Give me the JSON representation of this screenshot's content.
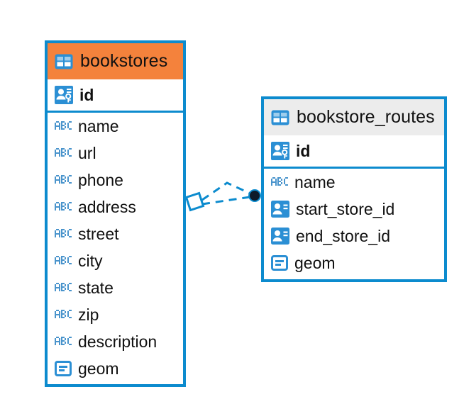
{
  "diagram": {
    "type": "entity-relationship-diagram",
    "background": "#ffffff",
    "accent_color": "#0c8bce",
    "selected_header_color": "#f4823c",
    "unselected_header_color": "#ececec"
  },
  "tables": [
    {
      "name": "bookstores",
      "selected": true,
      "table_icon": "table-grid-icon",
      "primary_key": {
        "label": "id",
        "icon": "primary-key-icon"
      },
      "fields": [
        {
          "label": "name",
          "icon": "text-type-icon"
        },
        {
          "label": "url",
          "icon": "text-type-icon"
        },
        {
          "label": "phone",
          "icon": "text-type-icon"
        },
        {
          "label": "address",
          "icon": "text-type-icon"
        },
        {
          "label": "street",
          "icon": "text-type-icon"
        },
        {
          "label": "city",
          "icon": "text-type-icon"
        },
        {
          "label": "state",
          "icon": "text-type-icon"
        },
        {
          "label": "zip",
          "icon": "text-type-icon"
        },
        {
          "label": "description",
          "icon": "text-type-icon"
        },
        {
          "label": "geom",
          "icon": "geometry-type-icon"
        }
      ]
    },
    {
      "name": "bookstore_routes",
      "selected": false,
      "table_icon": "table-grid-icon",
      "primary_key": {
        "label": "id",
        "icon": "primary-key-icon"
      },
      "fields": [
        {
          "label": "name",
          "icon": "text-type-icon"
        },
        {
          "label": "start_store_id",
          "icon": "foreign-key-icon"
        },
        {
          "label": "end_store_id",
          "icon": "foreign-key-icon"
        },
        {
          "label": "geom",
          "icon": "geometry-type-icon"
        }
      ]
    }
  ],
  "relationship": {
    "style": "dashed",
    "color": "#0c8bce",
    "source_marker": "diamond-outline-marker",
    "target_marker": "filled-circle-marker"
  }
}
